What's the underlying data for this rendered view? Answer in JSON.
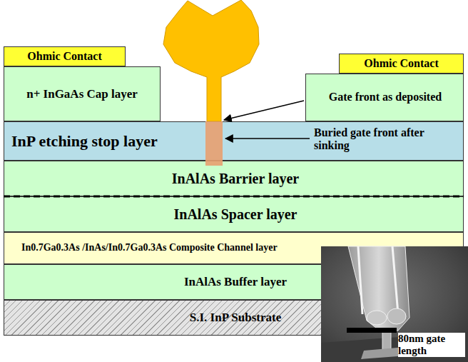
{
  "diagram": {
    "nodes": [
      {
        "text": [
          "Ohmic Contact"
        ]
      },
      {
        "text": [
          "Ohmic Contact"
        ]
      },
      {
        "text": [
          "n+ InGaAs Cap layer"
        ]
      },
      {
        "text": [
          "Gate front as deposited"
        ]
      },
      {
        "text": [
          "InP etching stop layer"
        ]
      },
      {
        "text": [
          "InAlAs Barrier layer"
        ]
      },
      {
        "text": [
          "InAlAs Spacer layer"
        ]
      },
      {
        "text": [
          "In0.7Ga0.3As /InAs/In0.7Ga0.3As Composite Channel layer"
        ]
      },
      {
        "text": [
          "InAlAs Buffer layer"
        ]
      },
      {
        "text": [
          "S.I. InP Substrate"
        ]
      }
    ],
    "labels": [
      "Buried gate front after sinking",
      "80nm gate length"
    ]
  }
}
